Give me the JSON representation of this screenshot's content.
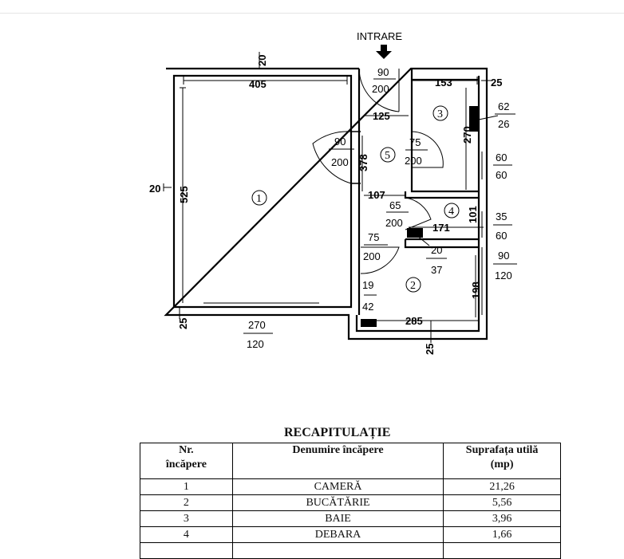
{
  "plan": {
    "entry_label": "INTRARE",
    "rooms": [
      "1",
      "2",
      "3",
      "4",
      "5"
    ],
    "dims": {
      "d20_top": "20",
      "d405": "405",
      "d90_over": "90",
      "d200_under": "200",
      "d153": "153",
      "d25_right": "25",
      "d62": "62",
      "d26": "26",
      "d125": "125",
      "d270_vert": "270",
      "d90b_over": "90",
      "d200b_under": "200",
      "d378": "378",
      "d75_over": "75",
      "d200c_under": "200",
      "d60_over": "60",
      "d60_under": "60",
      "d20_left": "20",
      "d525": "525",
      "d107": "107",
      "d65_over": "65",
      "d200d_under": "200",
      "d101": "101",
      "d35": "35",
      "d60b": "60",
      "d171": "171",
      "d75b_over": "75",
      "d200e_under": "200",
      "d20_dn": "20",
      "d37": "37",
      "d90c_over": "90",
      "d120_under": "120",
      "d19": "19",
      "d42": "42",
      "d198": "198",
      "d25_bl": "25",
      "d270_win": "270",
      "d120_win": "120",
      "d285": "285",
      "d25_bottom": "25"
    }
  },
  "recap": {
    "title": "RECAPITULAȚIE",
    "headers": [
      "Nr.\nîncăpere",
      "Denumire încăpere",
      "Suprafața utilă\n(mp)"
    ],
    "rows": [
      [
        "1",
        "CAMERĂ",
        "21,26"
      ],
      [
        "2",
        "BUCĂTĂRIE",
        "5,56"
      ],
      [
        "3",
        "BAIE",
        "3,96"
      ],
      [
        "4",
        "DEBARA",
        "1,66"
      ],
      [
        "",
        "",
        ""
      ]
    ]
  }
}
